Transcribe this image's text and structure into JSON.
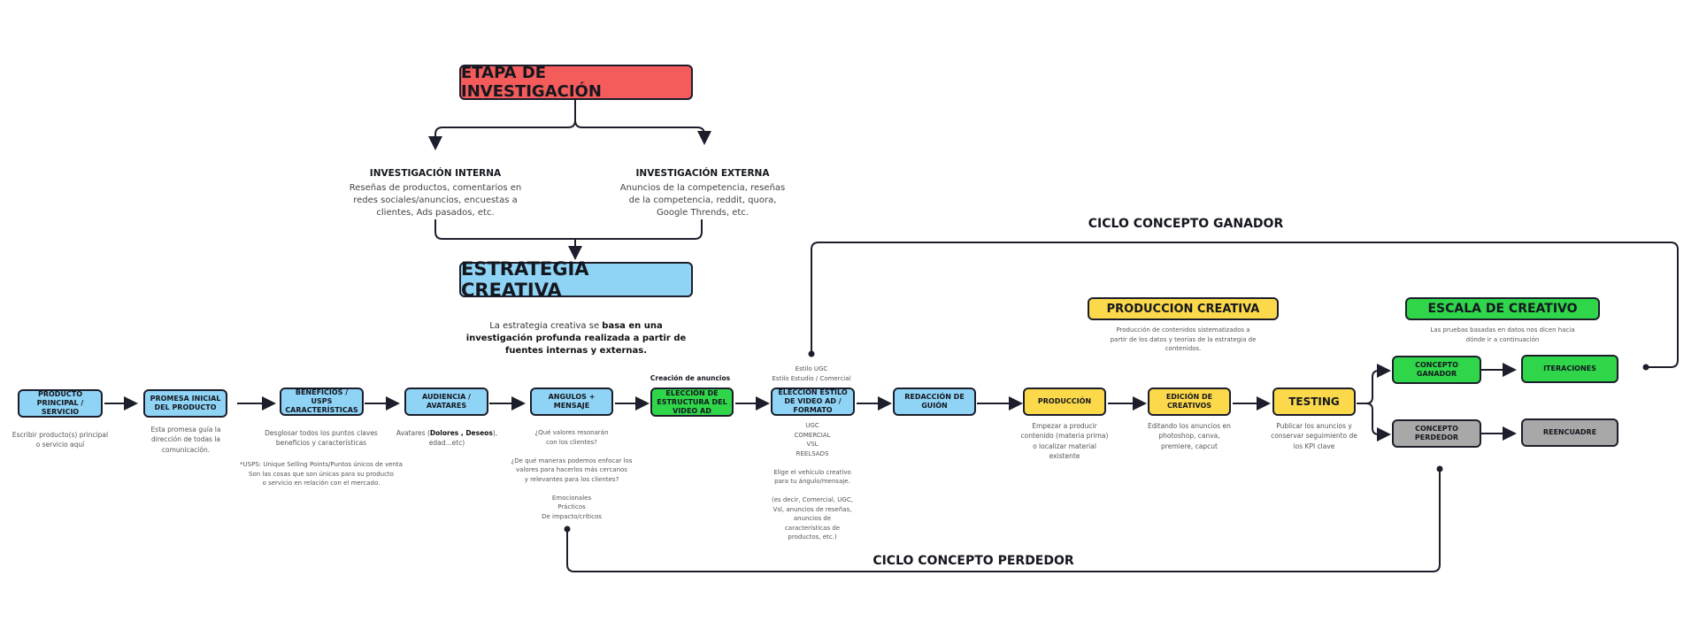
{
  "stages": {
    "investigacion": "ETAPA DE INVESTIGACIÓN",
    "estrategia": "ESTRATEGIA CREATIVA",
    "produccion": "PRODUCCION CREATIVA",
    "escala": "ESCALA DE CREATIVO"
  },
  "investigacion": {
    "interna": {
      "title": "INVESTIGACIÓN INTERNA",
      "text": "Reseñas de productos, comentarios en\nredes sociales/anuncios, encuestas a\nclientes, Ads pasados, etc."
    },
    "externa": {
      "title": "INVESTIGACIÓN EXTERNA",
      "text": "Anuncios de la competencia, reseñas\nde la competencia, reddit, quora,\nGoogle Thrends, etc."
    }
  },
  "estrategia_desc": {
    "normal": "La estrategia creativa se ",
    "bold": "basa en una investigación profunda realizada a partir de fuentes internas y externas."
  },
  "produccion_desc": "Producción de contenidos sistematizados a\npartir de los datos y teorías de la estrategia de\ncontenidos.",
  "escala_desc": "Las pruebas basadas en datos nos dicen hacia\ndónde ir a continuación",
  "cycles": {
    "ganador": "CICLO CONCEPTO GANADOR",
    "perdedor": "CICLO CONCEPTO PERDEDOR"
  },
  "flow": [
    {
      "label": "PRODUCTO PRINCIPAL / SERVICIO",
      "desc": "Escribir producto(s) principal\no servicio aquí"
    },
    {
      "label": "PROMESA INICIAL DEL PRODUCTO",
      "desc": "Esta promesa guía la\ndirección de todas la\ncomunicación."
    },
    {
      "label": "BENEFICIOS / USPS CARACTERÍSTICAS",
      "desc": "Desglosar todos los puntos claves\nbeneficios y características",
      "note": "*USPS: Unique Selling Points/Puntos únicos de venta\nSon las cosas que son únicas para su producto\no servicio en relación con el mercado."
    },
    {
      "label": "AUDIENCIA / AVATARES",
      "desc_pre": "Avatares (",
      "desc_bold": "Dolores , Deseos",
      "desc_post": "),\nedad...etc)"
    },
    {
      "label": "ANGULOS + MENSAJE",
      "desc": "¿Qué valores resonarán\ncon los clientes?\n\n¿De qué maneras podemos enfocar los\nvalores para hacerlos más cercanos\ny relevantes para los clientes?\n\nEmocionales\nPrácticos\nDe impacto/críticos"
    },
    {
      "label": "ELECCIÓN DE ESTRUCTURA DEL VIDEO AD",
      "top": "Creación de anuncios"
    },
    {
      "label": "ELECCIÓN ESTILO DE VIDEO AD / FORMATO",
      "top": "Estilo UGC\nEstilo Estudio / Comercial",
      "desc": "UGC\nCOMERCIAL\nVSL\nREELSADS\n\nElige el vehículo creativo\npara tu ángulo/mensaje.\n\n(es decir, Comercial, UGC,\nVsl, anuncios de reseñas,\nanuncios de\ncaracterísticas de\nproductos, etc.)"
    },
    {
      "label": "REDACCIÓN DE GUIÓN"
    },
    {
      "label": "PRODUCCIÓN",
      "desc": "Empezar a producir\ncontenido (materia prima)\no localizar material\nexistente"
    },
    {
      "label": "EDICIÓN DE CREATIVOS",
      "desc": "Editando los anuncios en\nphotoshop, canva,\npremiere, capcut"
    },
    {
      "label": "TESTING",
      "desc": "Publicar los anuncios y\nconservar seguimiento de\nlos KPI clave"
    }
  ],
  "outcomes": {
    "ganador": "CONCEPTO GANADOR",
    "iteraciones": "ITERACIONES",
    "perdedor": "CONCEPTO PERDEDOR",
    "reencuadre": "REENCUADRE"
  },
  "colors": {
    "blue": "#8fd3f5",
    "green": "#2fd64a",
    "yellow": "#fbd94b",
    "gray": "#a8a8a8",
    "red": "#f45b5b",
    "line": "#1c1f2b"
  }
}
